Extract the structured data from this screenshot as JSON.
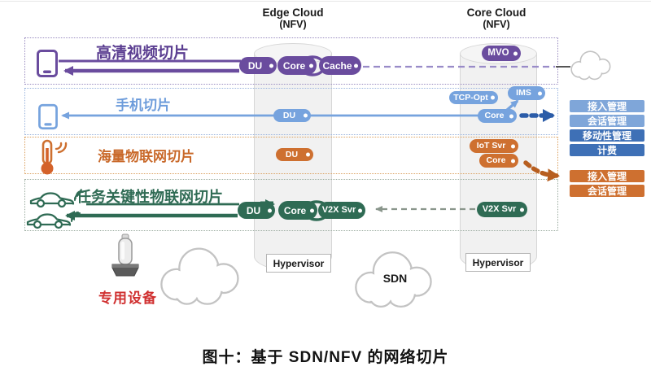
{
  "page": {
    "caption": "图十：基于 SDN/NFV 的网络切片"
  },
  "clouds": {
    "edge": {
      "title": "Edge Cloud",
      "subtitle": "(NFV)",
      "hypervisor": "Hypervisor"
    },
    "core": {
      "title": "Core Cloud",
      "subtitle": "(NFV)",
      "hypervisor": "Hypervisor"
    },
    "sdn": {
      "label": "SDN"
    }
  },
  "slices": [
    {
      "title": "高清视频切片",
      "color": "#6A4C9E",
      "edge_nodes": [
        "DU",
        "Core",
        "Cache"
      ],
      "core_nodes": [
        "MVO"
      ]
    },
    {
      "title": "手机切片",
      "color": "#76A3DE",
      "edge_nodes": [
        "DU"
      ],
      "core_nodes": [
        "TCP-Opt",
        "IMS",
        "Core"
      ]
    },
    {
      "title": "海量物联网切片",
      "color": "#CE7030",
      "edge_nodes": [
        "DU"
      ],
      "core_nodes": [
        "IoT Svr",
        "Core"
      ]
    },
    {
      "title": "任务关键性物联网切片",
      "color": "#2F6B54",
      "edge_nodes": [
        "DU",
        "Core",
        "V2X Svr"
      ],
      "core_nodes": [
        "V2X Svr"
      ]
    }
  ],
  "management": {
    "mobile": [
      "接入管理",
      "会话管理",
      "移动性管理",
      "计费"
    ],
    "iot": [
      "接入管理",
      "会话管理"
    ]
  },
  "device": {
    "label": "专用设备"
  },
  "icons": {
    "slice_video": "smartphone-icon",
    "slice_mobile": "smartphone-icon",
    "slice_iot": "thermometer-sensor-icon",
    "slice_critical": "connected-car-icon",
    "bottom_left": "dedicated-hardware-icon",
    "clouds": "cloud-icon"
  },
  "colors": {
    "purple": "#6A4C9E",
    "purple_dash": "#998BC8",
    "blue": "#76A3DE",
    "blue_dark": "#2B5CA8",
    "blue_box_light": "#7FA6D9",
    "blue_box_dark": "#3E70B6",
    "orange": "#CE7030",
    "green": "#2F6B54",
    "red_label": "#D03030",
    "grey_dash": "#8a968c"
  }
}
